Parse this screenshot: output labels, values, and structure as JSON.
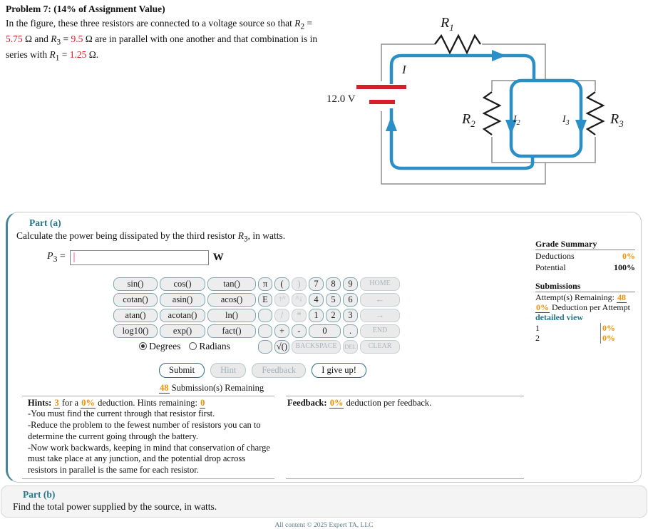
{
  "problem": {
    "title": "Problem 7: (14% of Assignment Value)",
    "intro": "In the figure, these three resistors are connected to a voltage source so that ",
    "r_var": "R",
    "r2_sub": "2",
    "r3_sub": "3",
    "r1_sub": "1",
    "eq": " = ",
    "r2_val": "5.75",
    "ohm_and": " Ω and ",
    "r3_val": "9.5",
    "ohm_tail": " Ω are in parallel with one another and that combination is in series with ",
    "r1_val": "1.25",
    "ohm_end": " Ω."
  },
  "circuit": {
    "voltage": "12.0 V",
    "current": "I",
    "r_var": "R",
    "r1_sub": "1",
    "r2_sub": "2",
    "r3_sub": "3",
    "i_var": "I",
    "i2_sub": "2",
    "i3_sub": "3",
    "colors": {
      "wire": "#2a8fc7",
      "battery": "#d51f2b",
      "frame": "#8f8f8f",
      "resistor": "#1a1a1a"
    }
  },
  "part_a": {
    "heading": "Part (a)",
    "question_pre": "Calculate the power being dissipated by the third resistor ",
    "q_var": "R",
    "q_sub": "3",
    "question_post": ", in watts.",
    "ans_var": "P",
    "ans_sub": "3",
    "ans_eq": " = ",
    "unit": "W"
  },
  "calc": {
    "keys": {
      "sin": "sin()",
      "cos": "cos()",
      "tan": "tan()",
      "pi": "π",
      "lp": "(",
      "rp": ")",
      "n7": "7",
      "n8": "8",
      "n9": "9",
      "home": "HOME",
      "cotan": "cotan()",
      "asin": "asin()",
      "acos": "acos()",
      "e": "E",
      "upcaret": "↑^",
      "downcaret": "^↓",
      "n4": "4",
      "n5": "5",
      "n6": "6",
      "back_arrow": "←",
      "atan": "atan()",
      "acotan": "acotan()",
      "ln": "ln()",
      "blank1": "",
      "div": "/",
      "mul": "*",
      "n1": "1",
      "n2": "2",
      "n3": "3",
      "fwd_arrow": "→",
      "log10": "log10()",
      "exp": "exp()",
      "fact": "fact()",
      "blank2": "",
      "plus": "+",
      "minus": "-",
      "n0": "0",
      "dot": ".",
      "end": "END",
      "blank3": "",
      "sqrt": "√()",
      "backspace": "BACKSPACE",
      "del": "DEL",
      "clear": "CLEAR"
    },
    "degrees": "Degrees",
    "radians": "Radians"
  },
  "actions": {
    "submit": "Submit",
    "hint": "Hint",
    "feedback": "Feedback",
    "giveup": "I give up!"
  },
  "subs": {
    "count": "48",
    "text": " Submission(s) Remaining"
  },
  "hints": {
    "label": "Hints:",
    "count": "3",
    "mid1": " for a ",
    "pct": "0%",
    "mid2": " deduction. Hints remaining: ",
    "remaining": "0",
    "items": [
      "-You must find the current through that resistor first.",
      "-Reduce the problem to the fewest number of resistors you can to determine the current going through the battery.",
      "-Now work backwards, keeping in mind that conservation of charge must take place at any junction, and the potential drop across resistors in parallel is the same for each resistor."
    ]
  },
  "feedback": {
    "label": "Feedback:",
    "pct": "0%",
    "post": " deduction per feedback."
  },
  "grade": {
    "heading": "Grade Summary",
    "deductions_label": "Deductions",
    "deductions_value": "0%",
    "potential_label": "Potential",
    "potential_value": "100%",
    "submissions_heading": "Submissions",
    "attempts_label": "Attempt(s) Remaining: ",
    "attempts_value": "48",
    "per_attempt_pct": "0%",
    "per_attempt_text": " Deduction per Attempt",
    "detailed_view": "detailed view",
    "attempts": [
      {
        "n": "1",
        "v": "0%"
      },
      {
        "n": "2",
        "v": "0%"
      }
    ]
  },
  "part_b": {
    "heading": "Part (b)",
    "text": "Find the total power supplied by the source, in watts."
  },
  "footer": {
    "text": "All content © 2025 Expert TA, LLC"
  }
}
